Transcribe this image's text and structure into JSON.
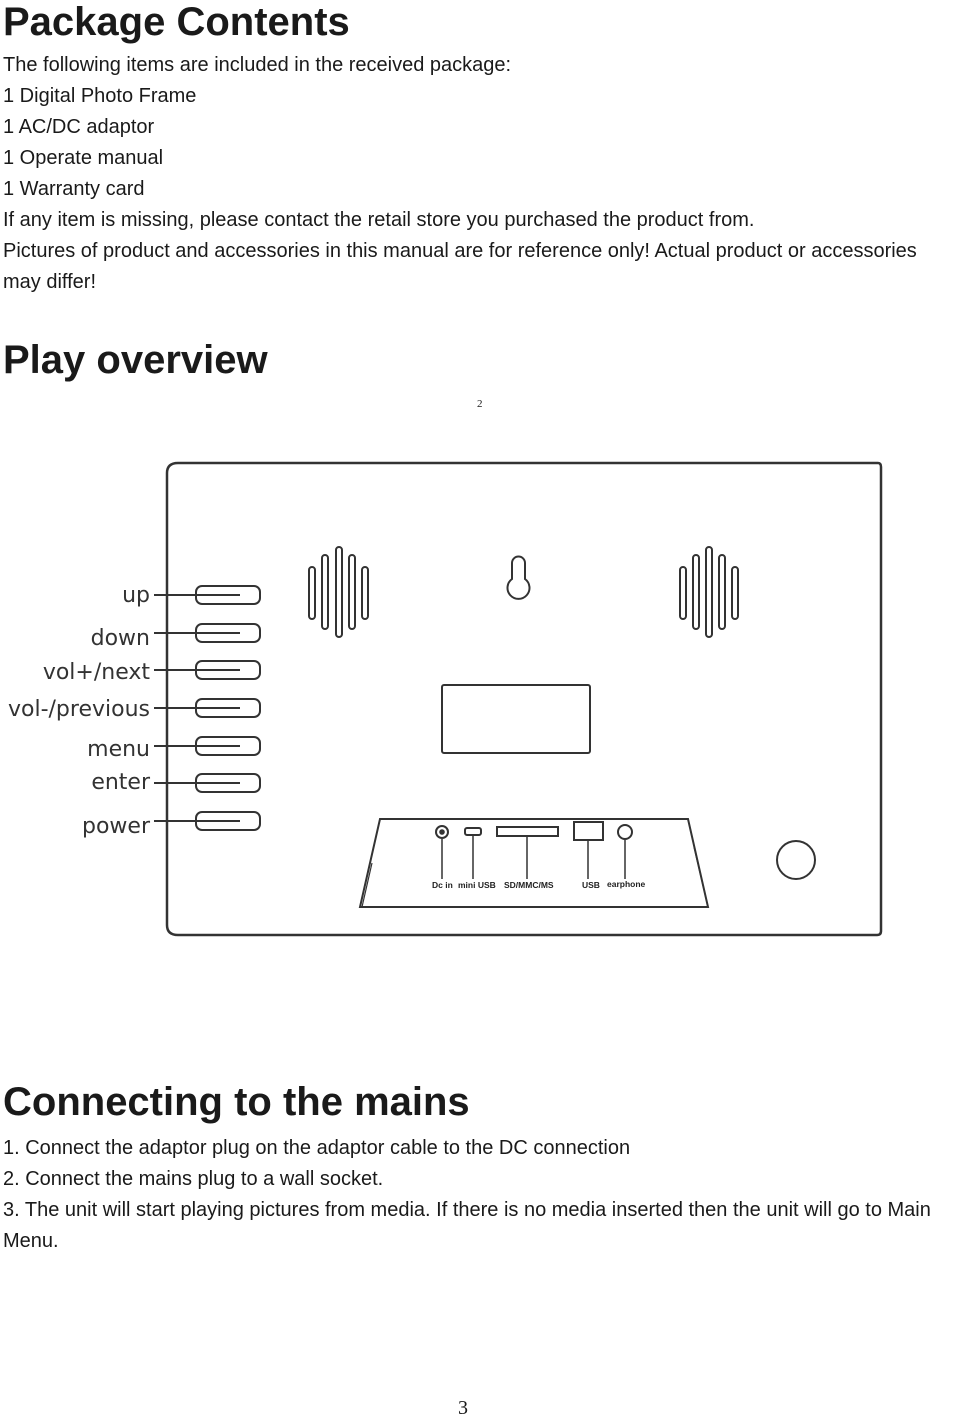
{
  "package": {
    "title": "Package Contents",
    "intro": "The following items are included in the received package:",
    "items": [
      "1 Digital Photo Frame",
      "1 AC/DC adaptor",
      "1 Operate manual",
      "1 Warranty card"
    ],
    "missing_note": "If any item is missing, please contact the retail store you purchased the product from.",
    "disclaimer_line1": "Pictures of product and accessories in this manual are for reference only! Actual product or accessories",
    "disclaimer_line2": "may differ!"
  },
  "overview": {
    "title": "Play overview",
    "small_mark": "2",
    "buttons": [
      "up",
      "down",
      "vol+/next",
      "vol-/previous",
      "menu",
      "enter",
      "power"
    ],
    "ports": [
      "Dc in",
      "mini USB",
      "SD/MMC/MS",
      "USB",
      "earphone"
    ]
  },
  "mains": {
    "title": "Connecting to the mains",
    "steps": [
      "1. Connect the adaptor plug on the adaptor cable to the DC connection",
      "2. Connect the mains plug to a wall socket.",
      "3. The unit will start playing pictures from media. If there is no media inserted then the unit will go to Main"
    ],
    "step3_continued": "Menu."
  },
  "page_number": "3"
}
